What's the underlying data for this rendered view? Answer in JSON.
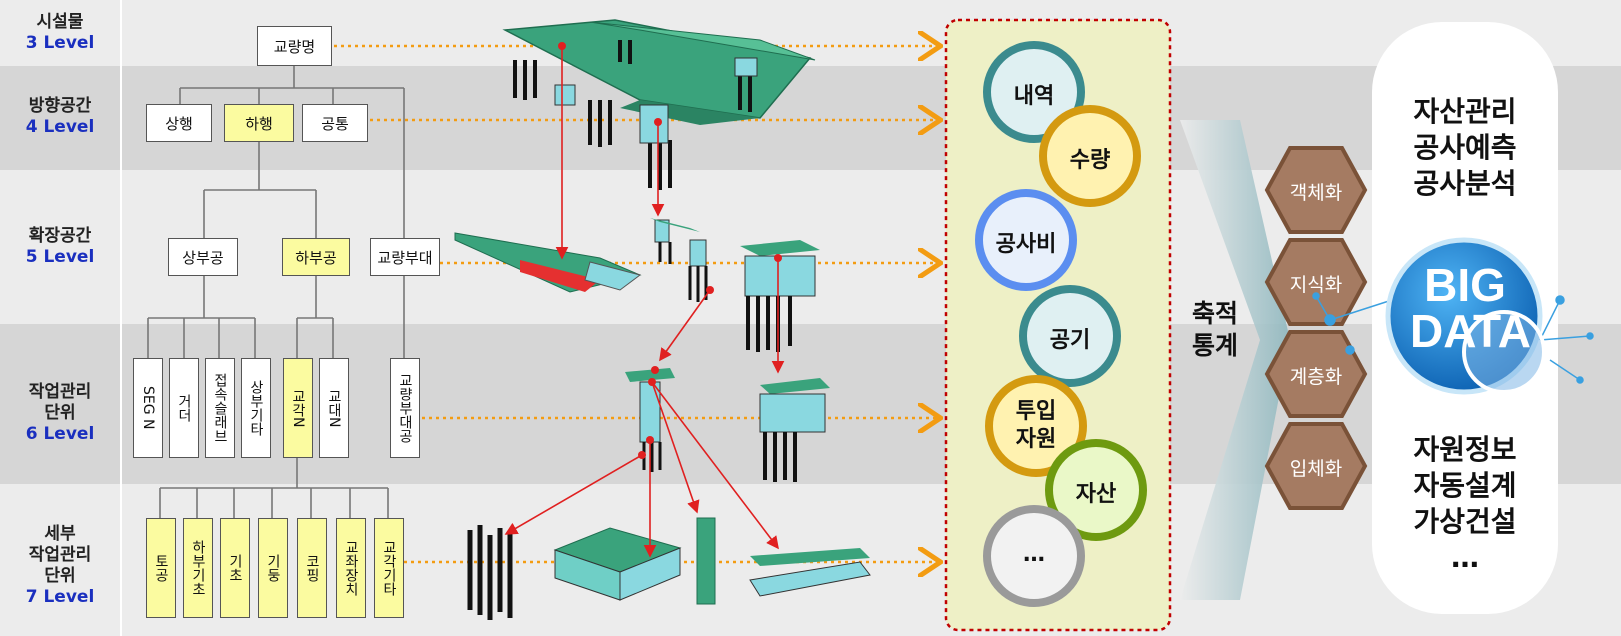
{
  "levels": [
    {
      "name": "시설물",
      "level": "3 Level"
    },
    {
      "name": "방향공간",
      "level": "4 Level"
    },
    {
      "name": "확장공간",
      "level": "5 Level"
    },
    {
      "name1": "작업관리",
      "name2": "단위",
      "level": "6 Level"
    },
    {
      "name1": "세부",
      "name2": "작업관리",
      "name3": "단위",
      "level": "7 Level"
    }
  ],
  "tree": {
    "l3": "교량명",
    "l4": [
      "상행",
      "하행",
      "공통"
    ],
    "l5": [
      "상부공",
      "하부공",
      "교량부대"
    ],
    "l6": [
      "SEG N",
      "거더",
      "접속슬래브",
      "상부기타",
      "교각N",
      "교대N",
      "교량부대공"
    ],
    "l7": [
      "토공",
      "하부기초",
      "기초",
      "기둥",
      "코핑",
      "교좌장치",
      "교각기타"
    ]
  },
  "circles": [
    "내역",
    "수량",
    "공사비",
    "공기",
    "투입",
    "자원",
    "자산",
    "…"
  ],
  "accumulate": [
    "축적",
    "통계"
  ],
  "hexes": [
    "객체화",
    "지식화",
    "계층화",
    "입체화"
  ],
  "right_top": [
    "자산관리",
    "공사예측",
    "공사분석"
  ],
  "right_bottom": [
    "자원정보",
    "자동설계",
    "가상건설",
    "…"
  ],
  "bigdata": [
    "BIG",
    "DATA"
  ],
  "colors": {
    "highlight": "#fbfba0",
    "orange": "#f39c12",
    "red": "#e02020",
    "bridge": "#3aa37c"
  }
}
